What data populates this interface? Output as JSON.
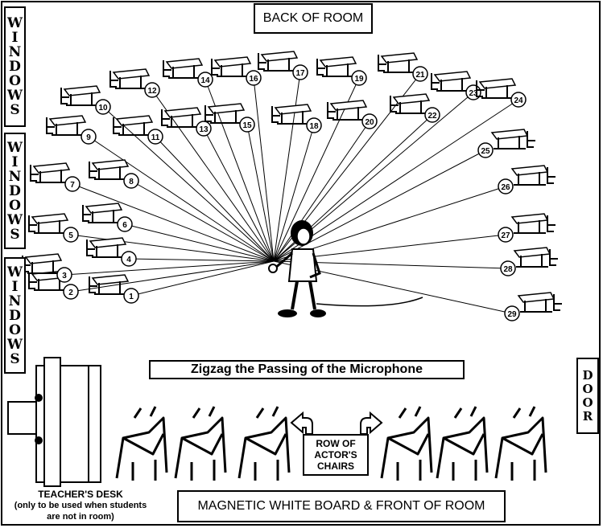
{
  "title": "Zigzag the Passing of the Microphone",
  "labels": {
    "back_of_room": "BACK OF ROOM",
    "windows": "WINDOWS",
    "door": "DOOR",
    "front_of_room": "MAGNETIC WHITE BOARD & FRONT OF ROOM",
    "actor_chairs": "ROW OF ACTOR'S CHAIRS",
    "teacher_desk_title": "TEACHER'S DESK",
    "teacher_desk_note": "(only to be used when students are not in room)"
  },
  "desks": [
    "1",
    "2",
    "3",
    "4",
    "5",
    "6",
    "7",
    "8",
    "9",
    "10",
    "11",
    "12",
    "13",
    "14",
    "15",
    "16",
    "17",
    "18",
    "19",
    "20",
    "21",
    "22",
    "23",
    "24",
    "25",
    "26",
    "27",
    "28",
    "29"
  ],
  "actor_chair_count": 6,
  "line_color": "#000000"
}
